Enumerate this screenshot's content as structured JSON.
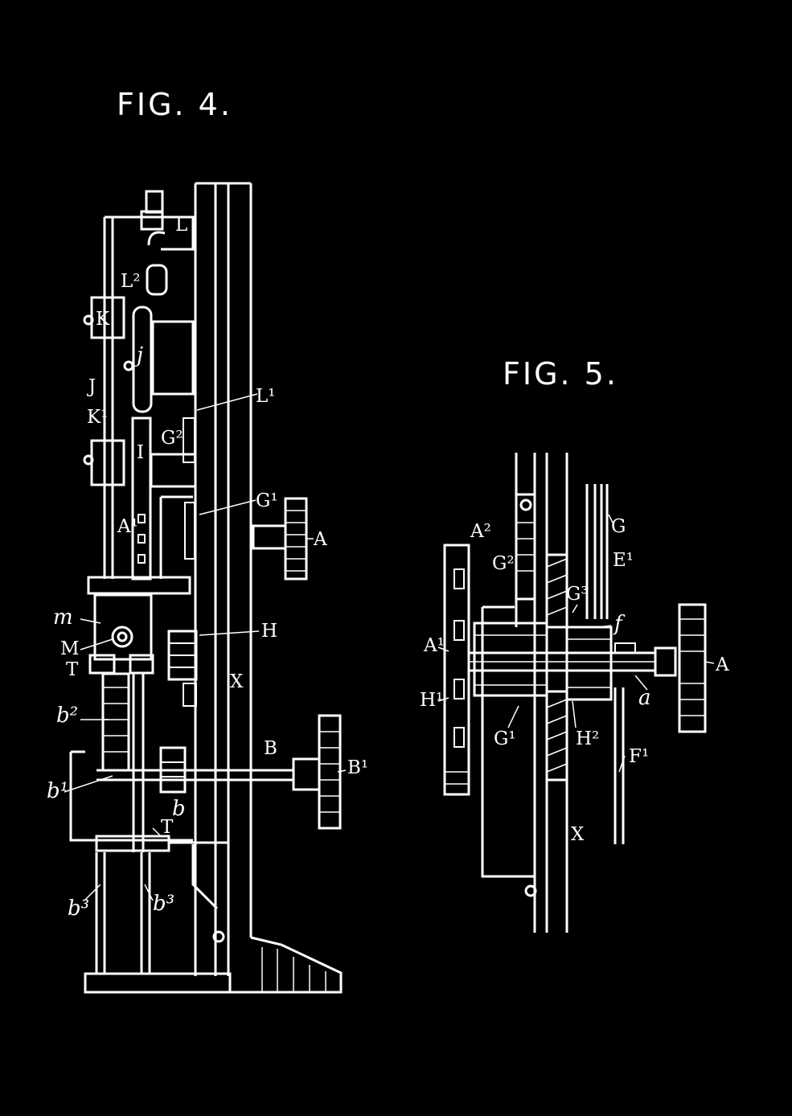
{
  "fig4": {
    "title": "FIG. 4.",
    "labels": [
      "L",
      "L²",
      "K",
      "j",
      "J",
      "K¹",
      "L¹",
      "G²",
      "I",
      "G¹",
      "A¹",
      "A",
      "m",
      "M",
      "T",
      "H",
      "X",
      "b²",
      "B",
      "B¹",
      "b¹",
      "b",
      "T",
      "b³",
      "b³"
    ]
  },
  "fig5": {
    "title": "FIG. 5.",
    "labels": [
      "A²",
      "G",
      "G²",
      "E¹",
      "G³",
      "f",
      "A¹",
      "A",
      "H¹",
      "a",
      "G¹",
      "H²",
      "F¹",
      "X"
    ]
  },
  "colors": {
    "background": "#000000",
    "ink": "#ffffff"
  }
}
